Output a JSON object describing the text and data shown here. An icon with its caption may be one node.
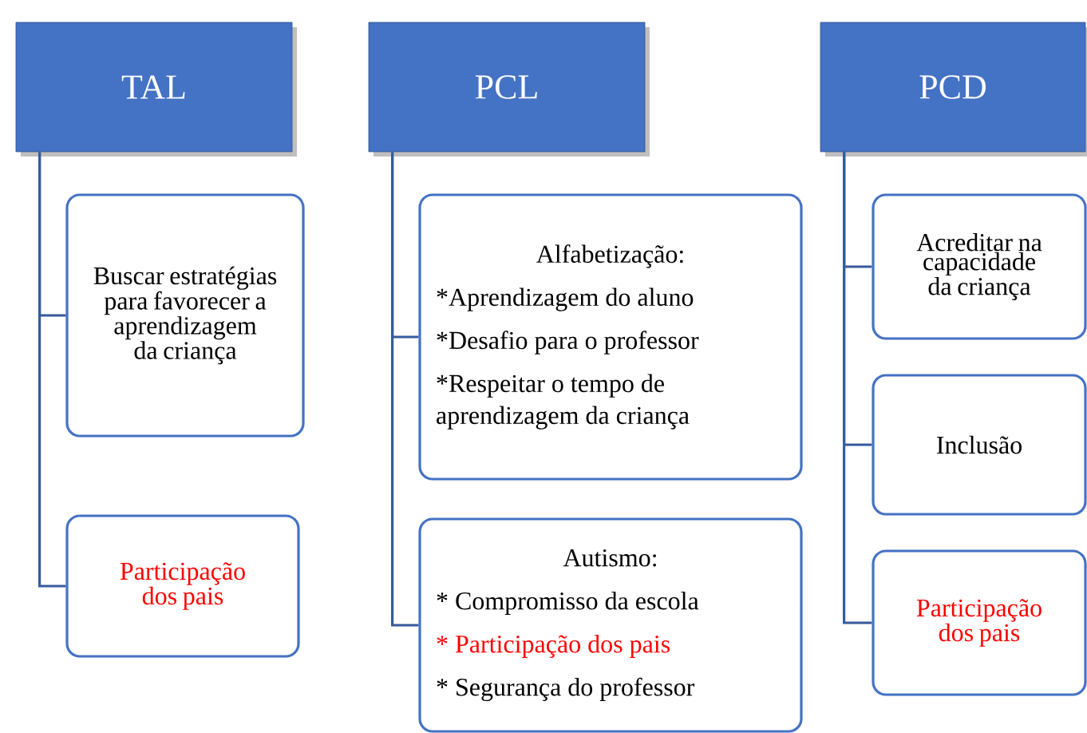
{
  "diagram": {
    "nodes": [
      {
        "text": [
          "TAL"
        ]
      },
      {
        "text": [
          "Buscar estratégias para favorecer a aprendizagem da criança"
        ]
      },
      {
        "text": [
          "Participação dos pais"
        ]
      },
      {
        "text": [
          "PCL"
        ]
      },
      {
        "text": [
          "Alfabetização:",
          "*Aprendizagem do aluno",
          "*Desafio para o professor",
          "*Respeitar o tempo de aprendizagem da criança"
        ]
      },
      {
        "text": [
          "Autismo:",
          "* Compromisso da escola",
          "* Participação dos pais",
          "* Segurança do professor"
        ]
      },
      {
        "text": [
          "PCD"
        ]
      },
      {
        "text": [
          "Acreditar na capacidade da criança"
        ]
      },
      {
        "text": [
          "Inclusão"
        ]
      },
      {
        "text": [
          "Participação dos pais"
        ]
      }
    ],
    "edges": [
      {
        "from": 0,
        "to": 1,
        "arrow": "none"
      },
      {
        "from": 0,
        "to": 2,
        "arrow": "none"
      },
      {
        "from": 3,
        "to": 4,
        "arrow": "none"
      },
      {
        "from": 3,
        "to": 5,
        "arrow": "none"
      },
      {
        "from": 6,
        "to": 7,
        "arrow": "none"
      },
      {
        "from": 6,
        "to": 8,
        "arrow": "none"
      },
      {
        "from": 6,
        "to": 9,
        "arrow": "none"
      }
    ]
  }
}
